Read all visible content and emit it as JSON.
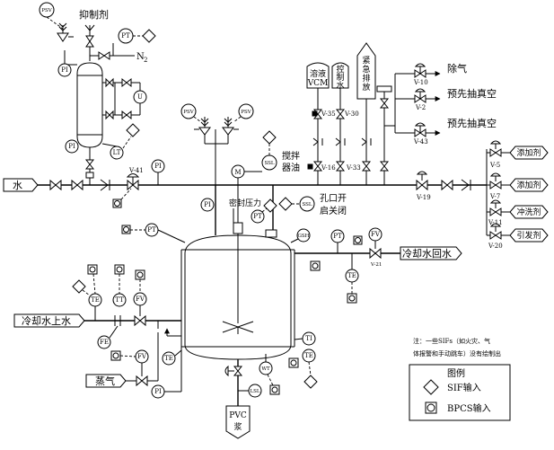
{
  "top_left": {
    "psv_label": "PSV",
    "inhibitor_label": "抑制剂",
    "pt_label": "PT",
    "n2_label": "N",
    "n2_sub": "2",
    "pi_label": "PI",
    "u_label": "U",
    "lt_label": "LT"
  },
  "water_line": {
    "water_label": "水",
    "valve_tag": "V-41",
    "pi_label": "PI"
  },
  "center_top": {
    "psv_left": "PSV",
    "psv_right": "PSV",
    "motor_label": "M",
    "ssl_label": "SSL",
    "agitator_oil_1": "搅拌",
    "agitator_oil_2": "器油"
  },
  "right_top": {
    "tanks": [
      {
        "name": "tank-solution",
        "lines": [
          "溶液",
          "VCM"
        ]
      },
      {
        "name": "tank-control-water",
        "lines": [
          "控",
          "制",
          "水"
        ]
      },
      {
        "name": "tank-emergency-vent",
        "lines": [
          "紧",
          "急",
          "排",
          "放"
        ]
      }
    ],
    "valve_v35": "V-35",
    "valve_v30": "V-30",
    "valve_v16": "V-16",
    "valve_v33": "V-33",
    "valve_v19": "V-19",
    "vent_items": [
      {
        "tag": "V-10",
        "label": "除气"
      },
      {
        "tag": "V-2",
        "label": "预先抽真空"
      },
      {
        "tag": "V-43",
        "label": "预先抽真空"
      }
    ]
  },
  "right_side": {
    "items": [
      {
        "tag": "V-5",
        "label": "添加剂"
      },
      {
        "tag": "V-7",
        "label": "添加剂"
      },
      {
        "tag": "V-11",
        "label": "冲洗剂"
      },
      {
        "tag": "V-20",
        "label": "引发剂"
      }
    ]
  },
  "reactor": {
    "seal_pressure": "密封压力",
    "pi_label": "PI",
    "pt_label": "PT",
    "pt2_label": "PT",
    "ssl_label": "SSL",
    "ssl_note_1": "孔口开",
    "ssl_note_2": "启关闭",
    "gsh_label": "GSH",
    "pt3_label": "PT",
    "fv_label": "FV",
    "valve_tag": "V-21",
    "return_water": "冷却水回水",
    "te_label": "TE",
    "ti_label": "TI",
    "te2_label": "TE",
    "wt_label": "WT",
    "lsl_label": "LSL",
    "pvc_1": "PVC",
    "pvc_2": "浆"
  },
  "left_bottom": {
    "cooling_supply": "冷却水上水",
    "te_label": "TE",
    "tt_label": "TT",
    "fv_label": "FV",
    "fe_label": "FE",
    "steam_label": "蒸气",
    "fv2_label": "FV",
    "te2_label": "TE",
    "pi_label": "PI"
  },
  "notes": {
    "note_1": "注：一些SIFs（如火灾、气",
    "note_2": "体报警和手动跳车）没有绘制出"
  },
  "legend": {
    "title": "图例",
    "sif": "SIF输入",
    "bpcs": "BPCS输入"
  }
}
